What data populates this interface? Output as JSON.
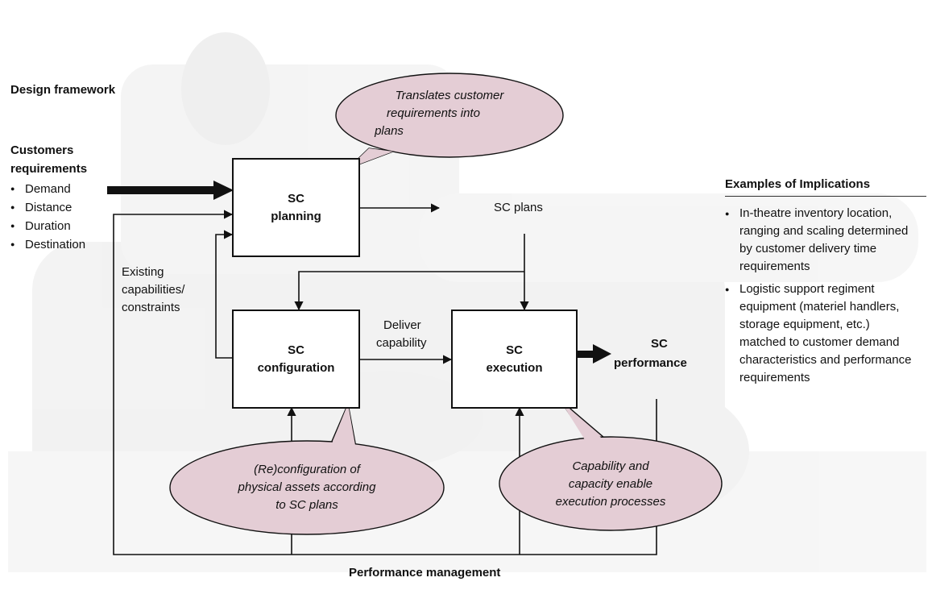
{
  "header": {
    "title": "Design framework"
  },
  "requirements": {
    "title_line1": "Customers",
    "title_line2": "requirements",
    "items": [
      "Demand",
      "Distance",
      "Duration",
      "Destination"
    ]
  },
  "boxes": {
    "planning": {
      "line1": "SC",
      "line2": "planning"
    },
    "configuration": {
      "line1": "SC",
      "line2": "configuration"
    },
    "execution": {
      "line1": "SC",
      "line2": "execution"
    }
  },
  "labels": {
    "sc_plans": "SC plans",
    "existing_line1": "Existing",
    "existing_line2": "capabilities/",
    "existing_line3": "constraints",
    "deliver_line1": "Deliver",
    "deliver_line2": "capability",
    "perf_line1": "SC",
    "perf_line2": "performance",
    "perf_mgmt": "Performance management"
  },
  "callouts": {
    "translate": [
      "Translates customer",
      "requirements into",
      "plans"
    ],
    "reconfig": [
      "(Re)configuration of",
      "physical assets according",
      "to SC plans"
    ],
    "capability": [
      "Capability and",
      "capacity enable",
      "execution processes"
    ]
  },
  "implications": {
    "title": "Examples of Implications",
    "items": [
      "In-theatre inventory location, ranging and scaling determined by customer delivery time requirements",
      "Logistic support regiment equipment (materiel handlers, storage equipment, etc.) matched to customer demand characteristics and performance requirements"
    ]
  },
  "colors": {
    "callout_fill": "#e4cdd5",
    "stroke": "#111111",
    "background_photo": "#e8e8e8"
  }
}
